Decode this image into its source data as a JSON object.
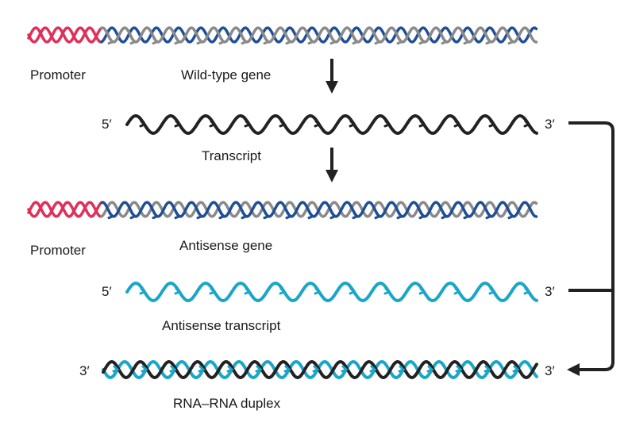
{
  "labels": {
    "promoter_1": "Promoter",
    "wildtype_gene": "Wild-type gene",
    "transcript_5": "5′",
    "transcript_3": "3′",
    "transcript": "Transcript",
    "promoter_2": "Promoter",
    "antisense_gene": "Antisense gene",
    "antisense_5": "5′",
    "antisense_3": "3′",
    "antisense_transcript": "Antisense transcript",
    "duplex_3_left": "3′",
    "duplex_3_right": "3′",
    "duplex": "RNA–RNA duplex"
  },
  "colors": {
    "promoter": "#e0305a",
    "dna_blue": "#1f4f96",
    "dna_gray": "#8a8a8a",
    "rna_black": "#222222",
    "rna_cyan": "#1aa6c8",
    "arrow": "#222222"
  }
}
